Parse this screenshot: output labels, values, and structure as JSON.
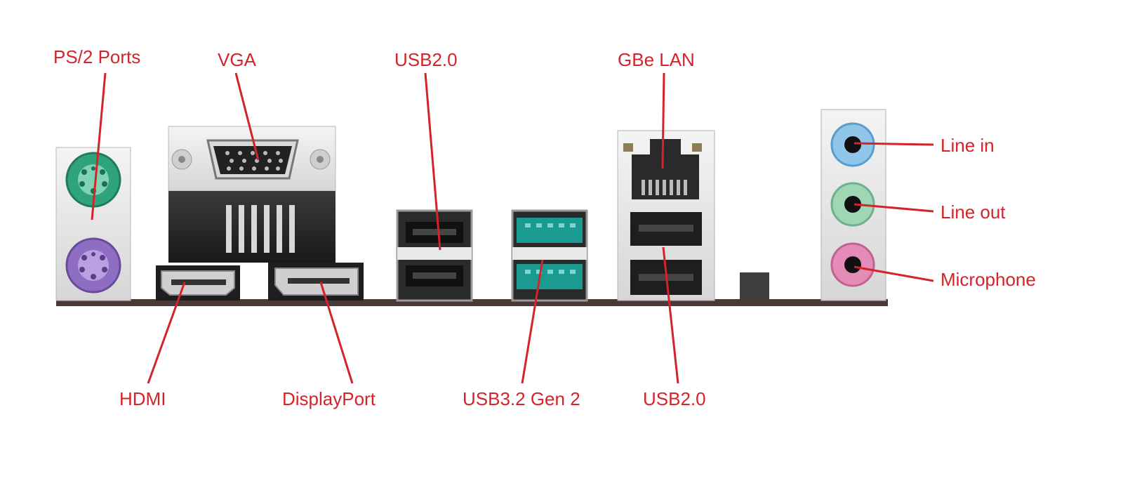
{
  "colors": {
    "label": "#d4232a",
    "leader": "#d4232a",
    "ps2_keyboard": "#2fa27e",
    "ps2_mouse": "#8f6dc2",
    "usb32_gen2": "#1b9a91",
    "audio_line_in": "#8fc6ea",
    "audio_line_out": "#9fd6b4",
    "audio_mic": "#e58bb7",
    "io_shield": "#e8e8e8",
    "pcb_edge": "#4a3a36"
  },
  "labels": {
    "ps2": "PS/2 Ports",
    "vga": "VGA",
    "usb20_top": "USB2.0",
    "gbe_lan": "GBe LAN",
    "hdmi": "HDMI",
    "displayport": "DisplayPort",
    "usb32_gen2": "USB3.2 Gen 2",
    "usb20_bottom": "USB2.0",
    "line_in": "Line in",
    "line_out": "Line out",
    "microphone": "Microphone"
  },
  "icons": {
    "ps2_ports": "ps2-connector-icon",
    "vga_port": "vga-connector-icon",
    "hdmi_port": "hdmi-connector-icon",
    "displayport_port": "displayport-connector-icon",
    "usb_port": "usb-port-icon",
    "lan_port": "rj45-port-icon",
    "audio_jack": "audio-jack-icon"
  }
}
